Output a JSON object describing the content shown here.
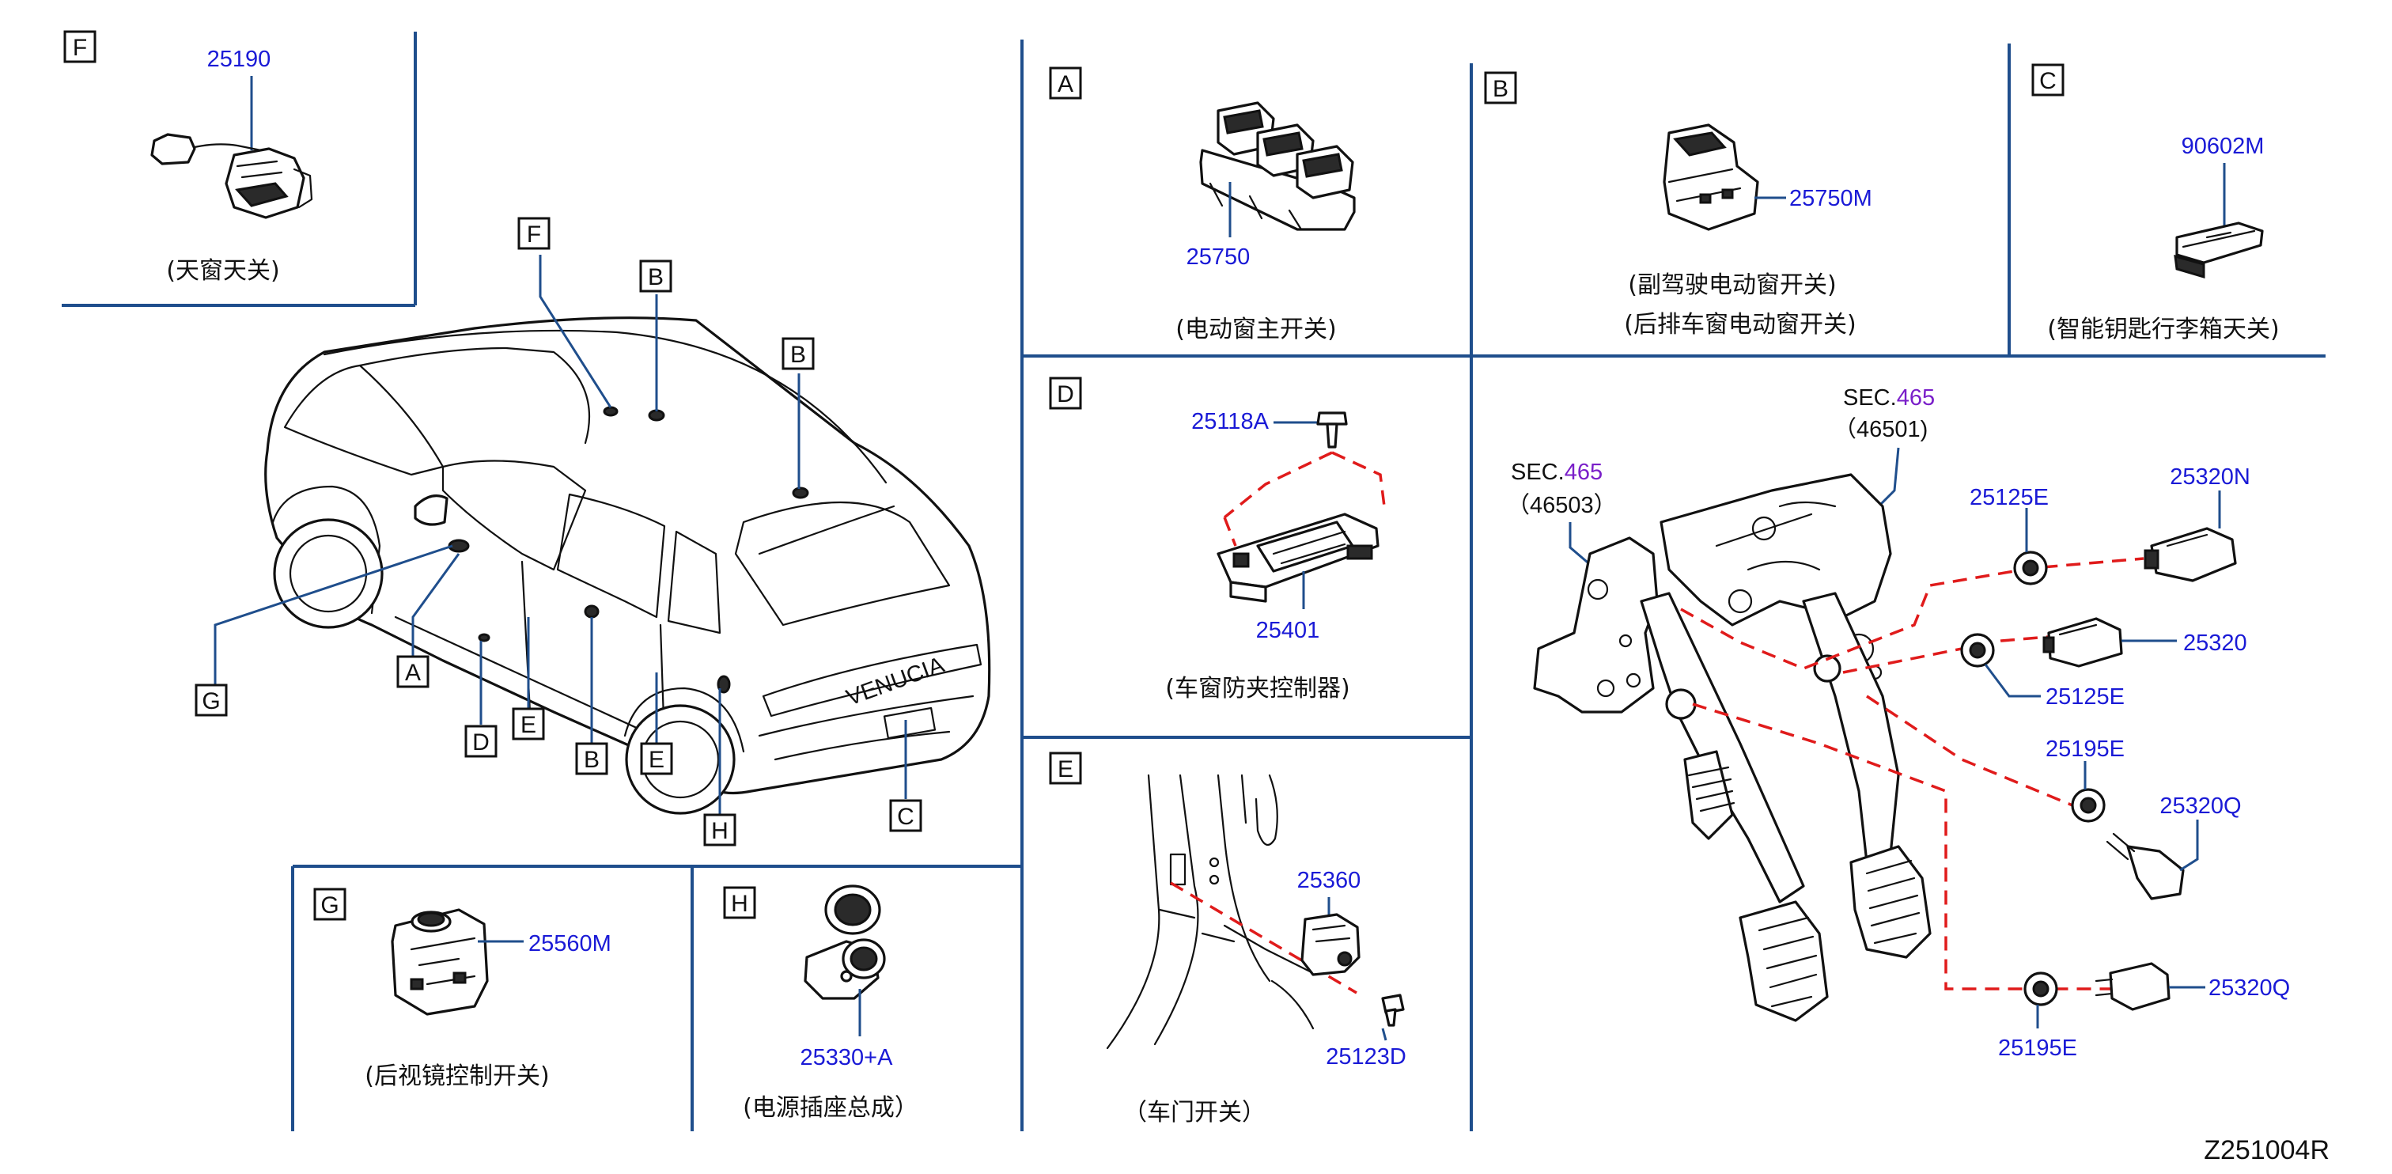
{
  "diagram_id": "Z251004R",
  "car_callouts": [
    "F",
    "B",
    "B",
    "G",
    "A",
    "D",
    "E",
    "B",
    "E",
    "H",
    "C"
  ],
  "car_badge": "VENUCIA",
  "panels": {
    "F": {
      "letter": "F",
      "part": "25190",
      "caption": "(天窗天关)"
    },
    "A": {
      "letter": "A",
      "part": "25750",
      "caption": "(电动窗主开关)"
    },
    "B": {
      "letter": "B",
      "part": "25750M",
      "caption_1": "(副驾驶电动窗开关)",
      "caption_2": "(后排车窗电动窗开关)"
    },
    "C": {
      "letter": "C",
      "part": "90602M",
      "caption": "(智能钥匙行李箱天关)"
    },
    "D": {
      "letter": "D",
      "part_screw": "25118A",
      "part_unit": "25401",
      "caption": "(车窗防夹控制器)"
    },
    "E": {
      "letter": "E",
      "part_switch": "25360",
      "part_screw": "25123D",
      "caption": "（车门开关）"
    },
    "G": {
      "letter": "G",
      "part": "25560M",
      "caption": "(后视镜控制开关)"
    },
    "H": {
      "letter": "H",
      "part": "25330+A",
      "caption": "(电源插座总成）"
    },
    "pedal": {
      "sec1_prefix": "SEC.",
      "sec1_num": "465",
      "sec1_ref": "（46501)",
      "sec2_prefix": "SEC.",
      "sec2_num": "465",
      "sec2_ref": "（46503）",
      "parts": [
        "25125E",
        "25320N",
        "25320",
        "25125E",
        "25195E",
        "25320Q",
        "25320Q",
        "25195E"
      ]
    }
  },
  "colors": {
    "frame": "#1f4e8c",
    "part_number": "#1a1ad6",
    "section_number": "#7a1fc9",
    "dashed_line": "#e01b1b"
  }
}
